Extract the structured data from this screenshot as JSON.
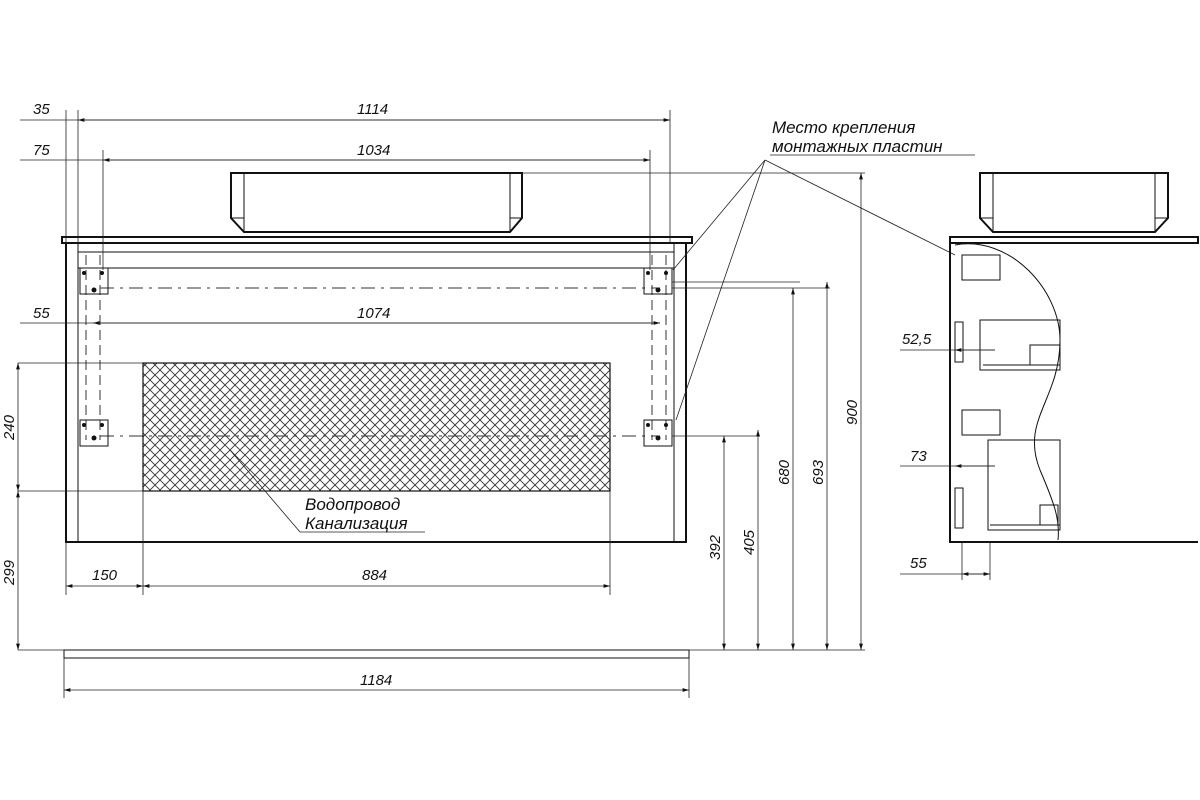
{
  "dimensions": {
    "top_offset_35": "35",
    "top_width_1114": "1114",
    "plate_offset_75": "75",
    "plate_width_1034": "1034",
    "mid_offset_55": "55",
    "mid_width_1074": "1074",
    "left_240": "240",
    "left_299": "299",
    "bottom_150": "150",
    "bottom_884": "884",
    "overall_1184": "1184",
    "right_392": "392",
    "right_405": "405",
    "right_680": "680",
    "right_693": "693",
    "right_900": "900",
    "side_52_5": "52,5",
    "side_73": "73",
    "side_55": "55"
  },
  "notes": {
    "mount_line1": "Место крепления",
    "mount_line2": "монтажных пластин",
    "pipe_line1": "Водопровод",
    "pipe_line2": "Канализация"
  }
}
